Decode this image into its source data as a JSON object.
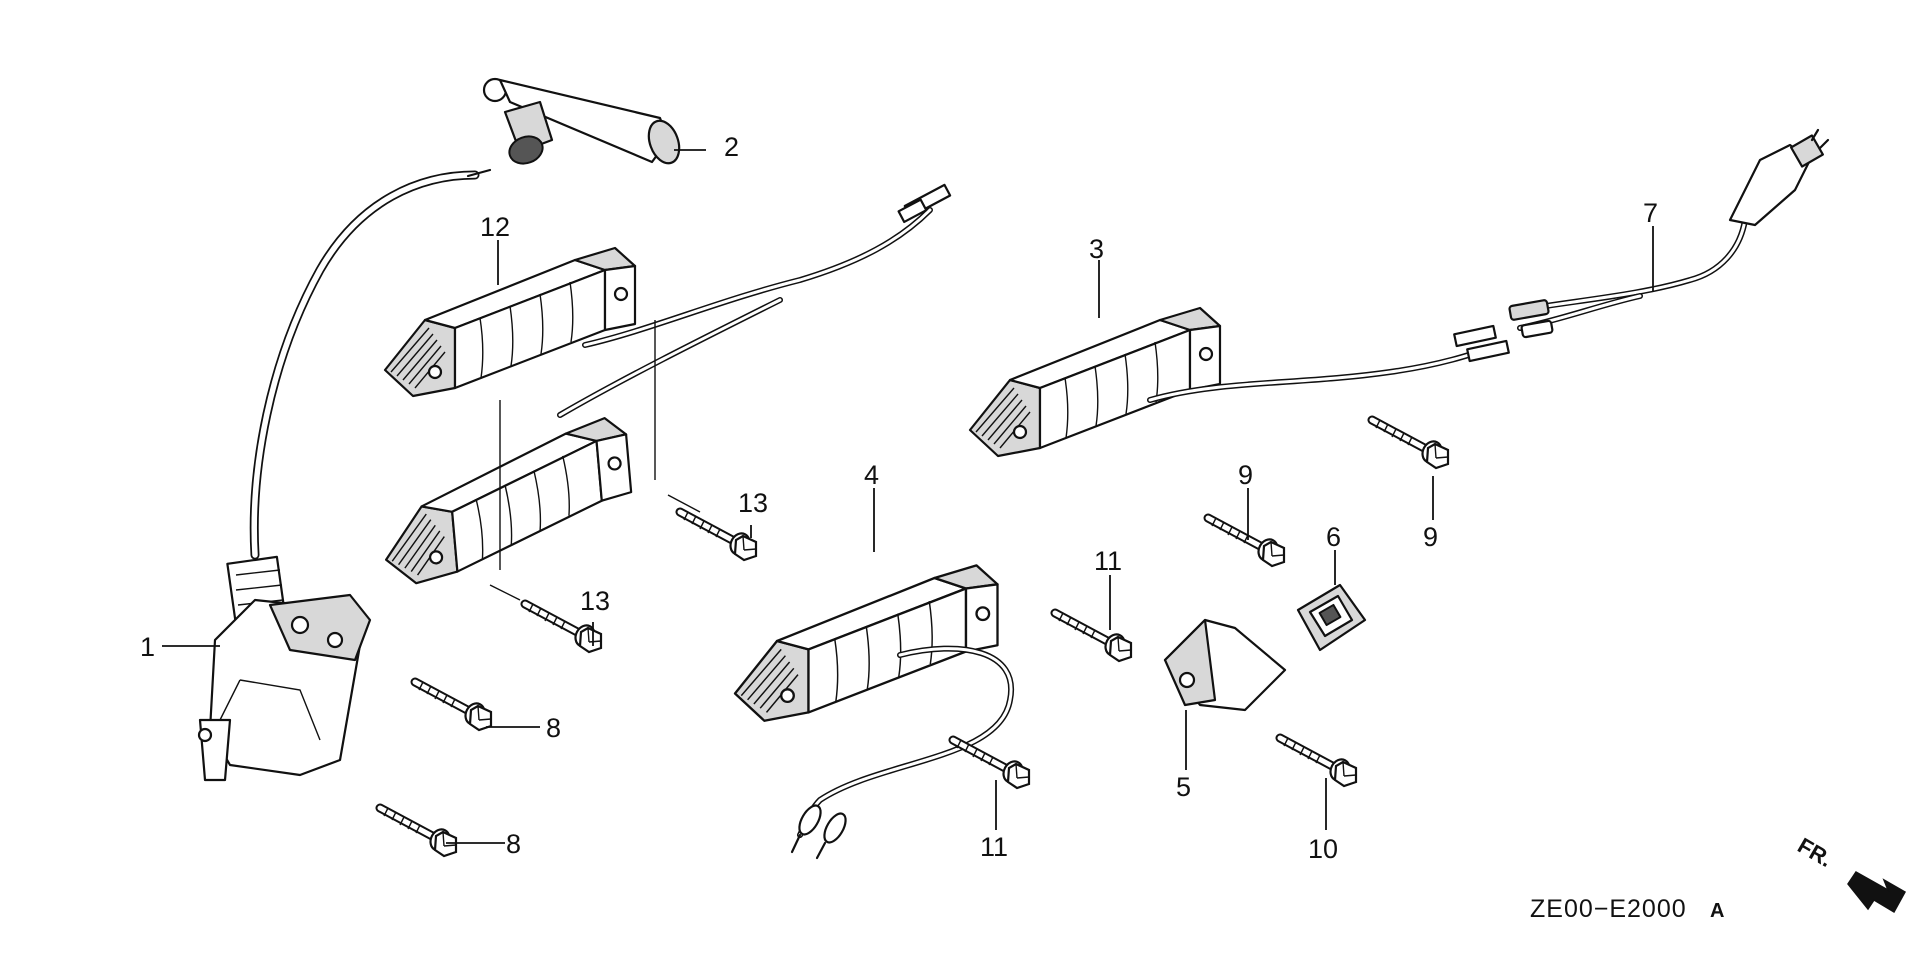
{
  "callouts": {
    "c1": "1",
    "c2": "2",
    "c3": "3",
    "c4": "4",
    "c5": "5",
    "c6": "6",
    "c7": "7",
    "c8a": "8",
    "c8b": "8",
    "c9a": "9",
    "c9b": "9",
    "c10": "10",
    "c11a": "11",
    "c11b": "11",
    "c12": "12",
    "c13a": "13",
    "c13b": "13"
  },
  "drawing_code": "ZE00−E2000",
  "drawing_suffix": "A",
  "direction_label": "FR."
}
